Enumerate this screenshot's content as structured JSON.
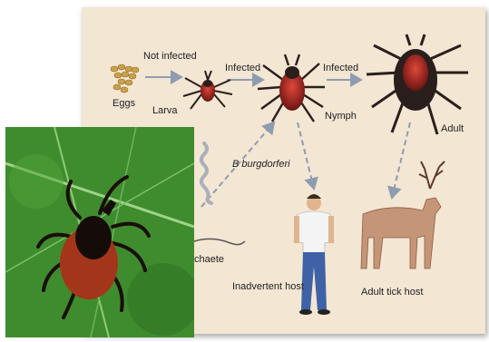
{
  "labels": {
    "eggs": "Eggs",
    "not_infected": "Not infected",
    "larva": "Larva",
    "infected_1": "Infected",
    "infected_2": "Infected",
    "nymph": "Nymph",
    "adult": "Adult",
    "b_burgdorferi": "B  burgdorferi",
    "spirochaete": "chaete",
    "inadvertent_host": "Inadvertent host",
    "adult_tick_host": "Adult tick host"
  },
  "colors": {
    "panel_bg": "#f3e6d3",
    "arrow": "#8f9cb0",
    "tick_body": "#b3322a",
    "tick_legs": "#2a1f1c",
    "deer": "#c59578",
    "shirt": "#f4f4f4",
    "jeans": "#3f62a6",
    "leaf": "#3f8c2e"
  }
}
